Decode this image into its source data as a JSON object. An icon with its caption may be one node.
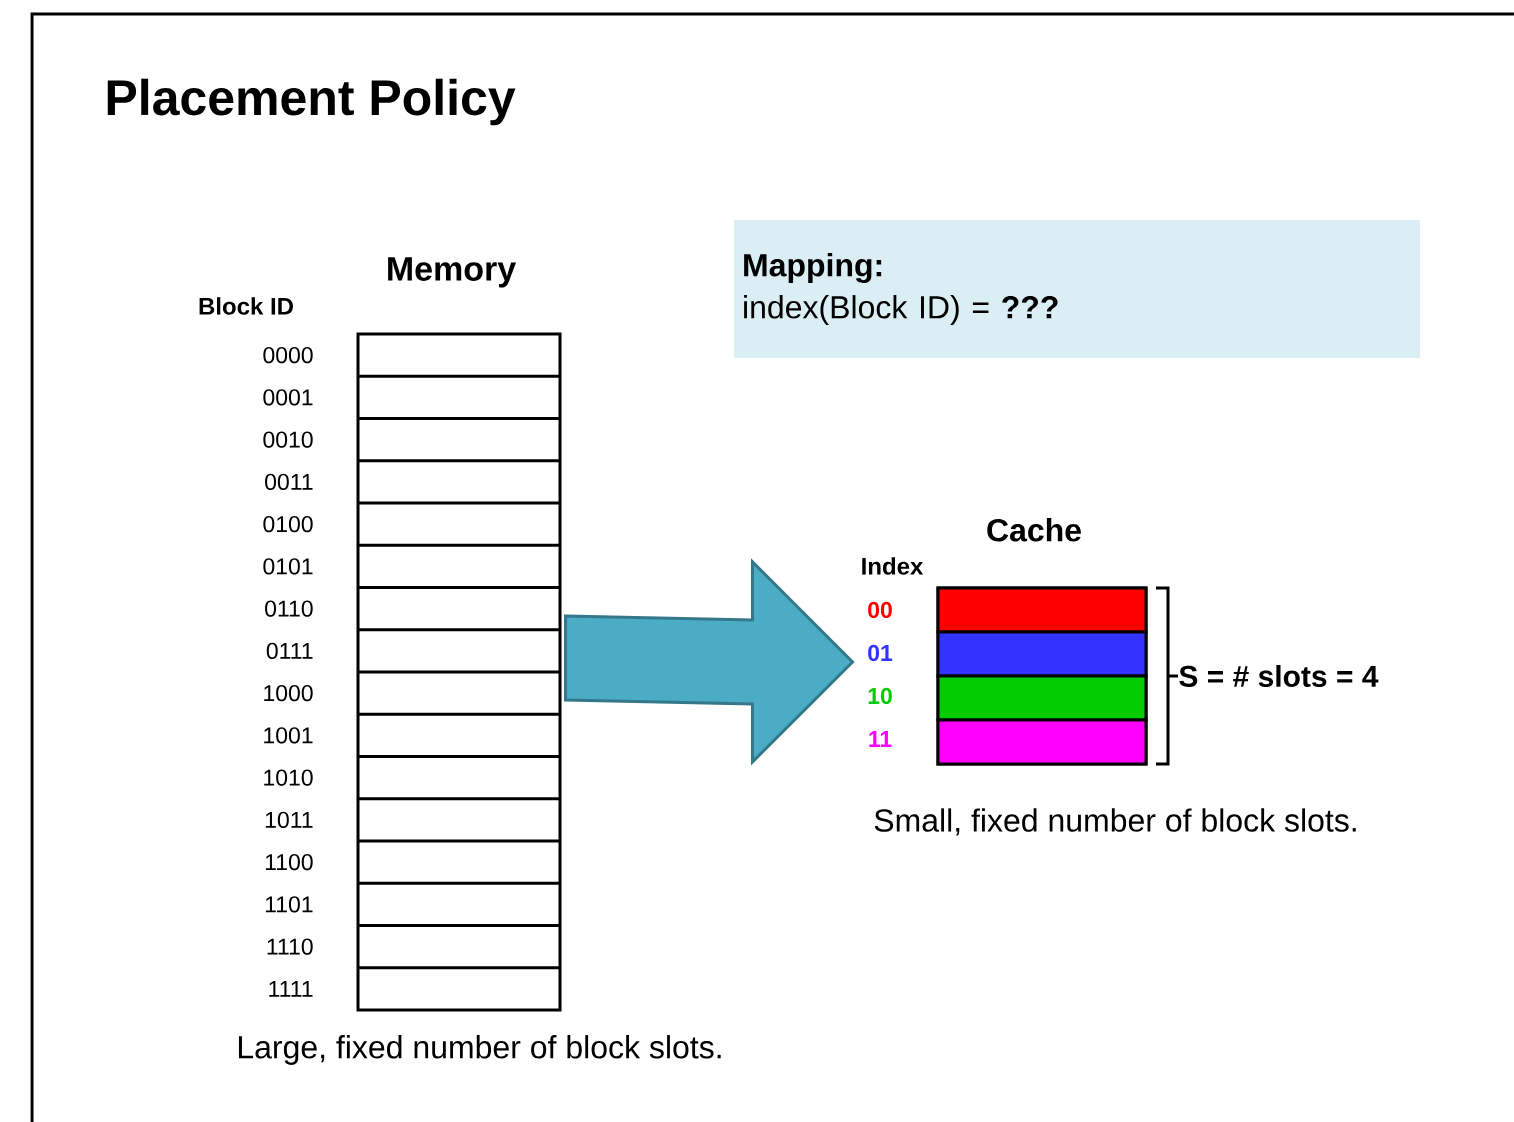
{
  "diagram": {
    "title": "Placement Policy",
    "nodes": [
      {
        "text": [
          "Memory"
        ],
        "beside": [
          "Large,  fixed number  of block slots."
        ]
      },
      {
        "text": [
          "Cache"
        ],
        "beside": [
          "Small,  fixed number  of block slots."
        ]
      },
      {
        "text": [
          "Mapping:",
          "index(Block ID) = **???**"
        ]
      }
    ],
    "edges": [
      {
        "from": 0,
        "to": 1,
        "arrow": "to",
        "style": "thick",
        "color": "#4bacc6"
      }
    ],
    "labels": [
      "Block ID",
      "0000",
      "0001",
      "0010",
      "0011",
      "0100",
      "0101",
      "0110",
      "0111",
      "1000",
      "1001",
      "1010",
      "1011",
      "1100",
      "1101",
      "1110",
      "1111",
      "Index",
      "00",
      "01",
      "10",
      "11",
      "S = # slots = 4"
    ]
  }
}
